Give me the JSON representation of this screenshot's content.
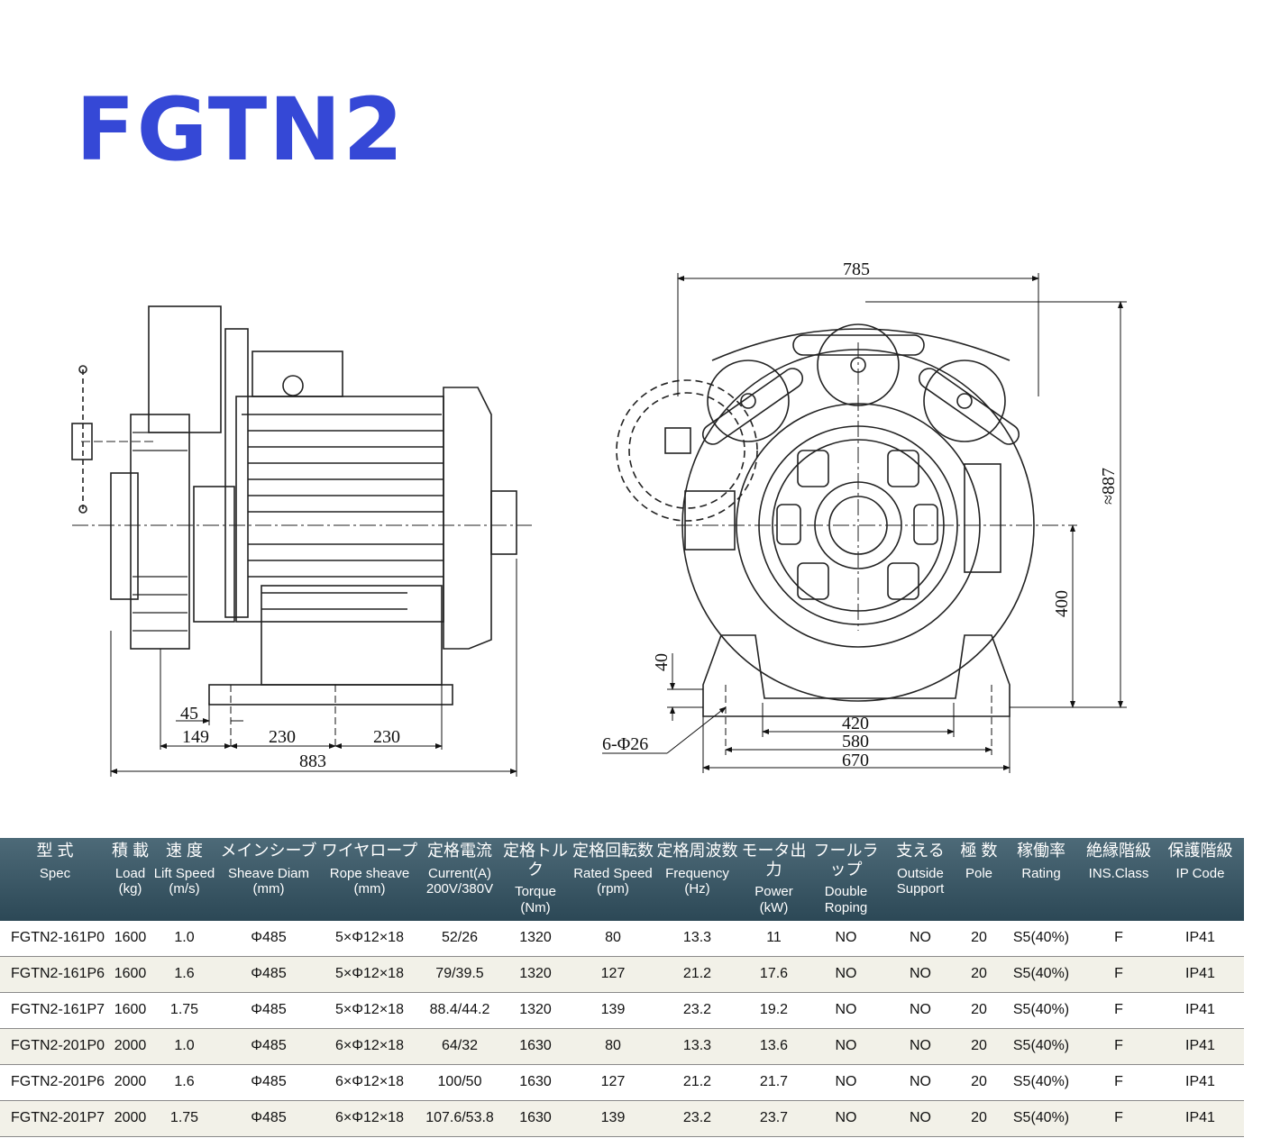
{
  "title": "FGTN2",
  "dimensions": {
    "width_top": "785",
    "height_total": "≈887",
    "axis_height": "400",
    "foot_height": "40",
    "base_420": "420",
    "base_580": "580",
    "base_670": "670",
    "holes": "6-Φ26",
    "side_45": "45",
    "side_149": "149",
    "side_230a": "230",
    "side_230b": "230",
    "side_883": "883"
  },
  "table": {
    "headers": [
      {
        "jp": "型 式",
        "en": "Spec"
      },
      {
        "jp": "積 載",
        "en": "Load\n(kg)"
      },
      {
        "jp": "速 度",
        "en": "Lift Speed\n(m/s)"
      },
      {
        "jp": "メインシーブ",
        "en": "Sheave Diam\n(mm)"
      },
      {
        "jp": "ワイヤロープ",
        "en": "Rope sheave\n(mm)"
      },
      {
        "jp": "定格電流",
        "en": "Current(A)\n200V/380V"
      },
      {
        "jp": "定格トルク",
        "en": "Torque\n(Nm)"
      },
      {
        "jp": "定格回転数",
        "en": "Rated Speed\n(rpm)"
      },
      {
        "jp": "定格周波数",
        "en": "Frequency\n(Hz)"
      },
      {
        "jp": "モータ出力",
        "en": "Power\n(kW)"
      },
      {
        "jp": "フールラップ",
        "en": "Double\nRoping"
      },
      {
        "jp": "支える",
        "en": "Outside\nSupport"
      },
      {
        "jp": "極 数",
        "en": "Pole"
      },
      {
        "jp": "稼働率",
        "en": "Rating"
      },
      {
        "jp": "絶縁階級",
        "en": "INS.Class"
      },
      {
        "jp": "保護階級",
        "en": "IP Code"
      }
    ],
    "rows": [
      [
        "FGTN2-161P0",
        "1600",
        "1.0",
        "Φ485",
        "5×Φ12×18",
        "52/26",
        "1320",
        "80",
        "13.3",
        "11",
        "NO",
        "NO",
        "20",
        "S5(40%)",
        "F",
        "IP41"
      ],
      [
        "FGTN2-161P6",
        "1600",
        "1.6",
        "Φ485",
        "5×Φ12×18",
        "79/39.5",
        "1320",
        "127",
        "21.2",
        "17.6",
        "NO",
        "NO",
        "20",
        "S5(40%)",
        "F",
        "IP41"
      ],
      [
        "FGTN2-161P7",
        "1600",
        "1.75",
        "Φ485",
        "5×Φ12×18",
        "88.4/44.2",
        "1320",
        "139",
        "23.2",
        "19.2",
        "NO",
        "NO",
        "20",
        "S5(40%)",
        "F",
        "IP41"
      ],
      [
        "FGTN2-201P0",
        "2000",
        "1.0",
        "Φ485",
        "6×Φ12×18",
        "64/32",
        "1630",
        "80",
        "13.3",
        "13.6",
        "NO",
        "NO",
        "20",
        "S5(40%)",
        "F",
        "IP41"
      ],
      [
        "FGTN2-201P6",
        "2000",
        "1.6",
        "Φ485",
        "6×Φ12×18",
        "100/50",
        "1630",
        "127",
        "21.2",
        "21.7",
        "NO",
        "NO",
        "20",
        "S5(40%)",
        "F",
        "IP41"
      ],
      [
        "FGTN2-201P7",
        "2000",
        "1.75",
        "Φ485",
        "6×Φ12×18",
        "107.6/53.8",
        "1630",
        "139",
        "23.2",
        "23.7",
        "NO",
        "NO",
        "20",
        "S5(40%)",
        "F",
        "IP41"
      ]
    ]
  }
}
